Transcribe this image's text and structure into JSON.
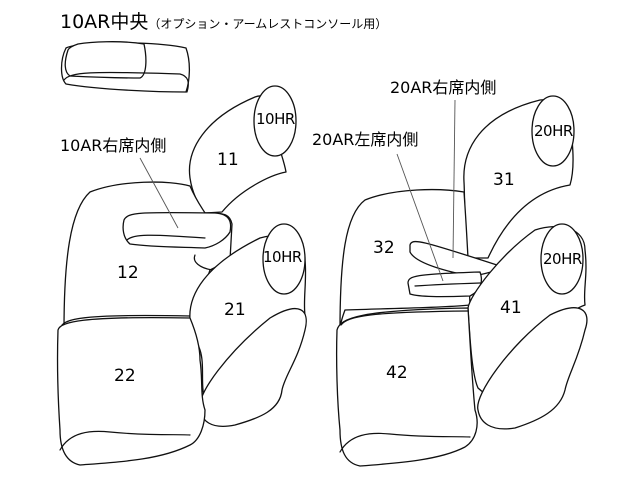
{
  "title": {
    "main": "10AR中央",
    "sub": "（オプション・アームレストコンソール用）"
  },
  "callouts": {
    "ar10_right_inner": "10AR右席内側",
    "ar20_right_inner": "20AR右席内側",
    "ar20_left_inner": "20AR左席内側"
  },
  "parts": {
    "p11": "11",
    "p12": "12",
    "p21": "21",
    "p22": "22",
    "p31": "31",
    "p32": "32",
    "p41": "41",
    "p42": "42"
  },
  "headrests": {
    "hr10_upper": "10HR",
    "hr10_lower": "10HR",
    "hr20_upper": "20HR",
    "hr20_lower": "20HR"
  }
}
